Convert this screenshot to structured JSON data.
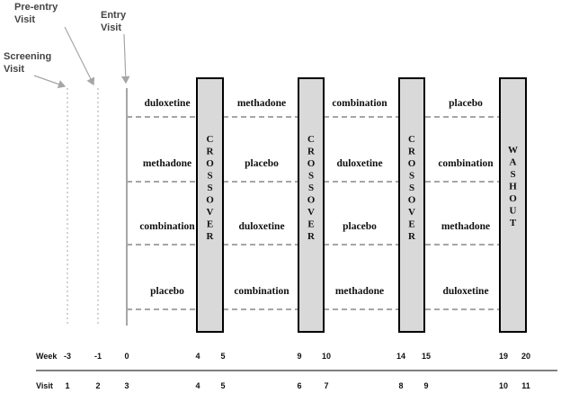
{
  "visits": {
    "screening": [
      "Screening",
      "Visit"
    ],
    "pre_entry": [
      "Pre-entry",
      "Visit"
    ],
    "entry": [
      "Entry",
      "Visit"
    ]
  },
  "periods": [
    {
      "treatments": [
        "duloxetine",
        "methadone",
        "combination",
        "placebo"
      ]
    },
    {
      "treatments": [
        "methadone",
        "placebo",
        "duloxetine",
        "combination"
      ]
    },
    {
      "treatments": [
        "combination",
        "duloxetine",
        "placebo",
        "methadone"
      ]
    },
    {
      "treatments": [
        "placebo",
        "combination",
        "methadone",
        "duloxetine"
      ]
    }
  ],
  "boxes": [
    {
      "label": "CROSSOVER",
      "fill": "#d9d9d9"
    },
    {
      "label": "CROSSOVER",
      "fill": "#d9d9d9"
    },
    {
      "label": "CROSSOVER",
      "fill": "#d9d9d9"
    },
    {
      "label": "WASHOUT",
      "fill": "#d9d9d9"
    }
  ],
  "timeline": {
    "week_label": "Week",
    "visit_label": "Visit",
    "weeks": [
      "-3",
      "-1",
      "0",
      "4",
      "5",
      "9",
      "10",
      "14",
      "15",
      "19",
      "20"
    ],
    "visits": [
      "1",
      "2",
      "3",
      "4",
      "5",
      "6",
      "7",
      "8",
      "9",
      "10",
      "11"
    ]
  },
  "colors": {
    "dashed_line": "#a6a6a6",
    "arrow": "#a6a6a6",
    "box_border": "#000000"
  }
}
